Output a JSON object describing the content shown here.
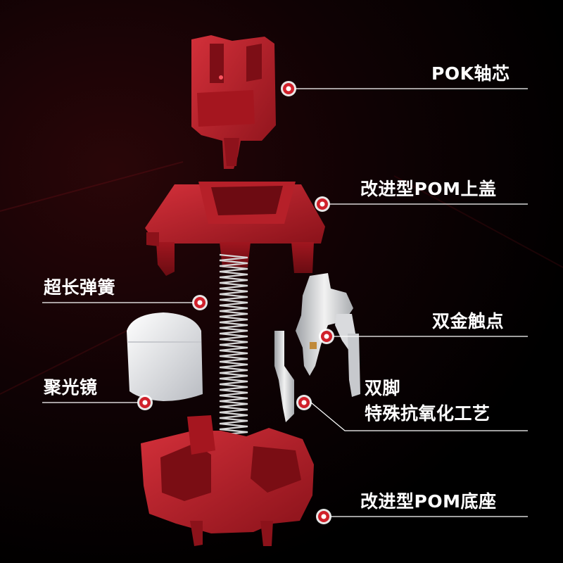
{
  "labels": {
    "stem": "POK轴芯",
    "top_housing": "改进型POM上盖",
    "spring": "超长弹簧",
    "contacts": "双金触点",
    "lens": "聚光镜",
    "pins_line1": "双脚",
    "pins_line2": "特殊抗氧化工艺",
    "bottom_housing": "改进型POM底座"
  },
  "colors": {
    "background": "#000000",
    "housing_red": "#b81e28",
    "marker_ring": "#d0202a",
    "leader_line": "#ffffff",
    "label_text": "#ffffff"
  },
  "icons": {
    "marker": "red-ring-dot-icon"
  }
}
